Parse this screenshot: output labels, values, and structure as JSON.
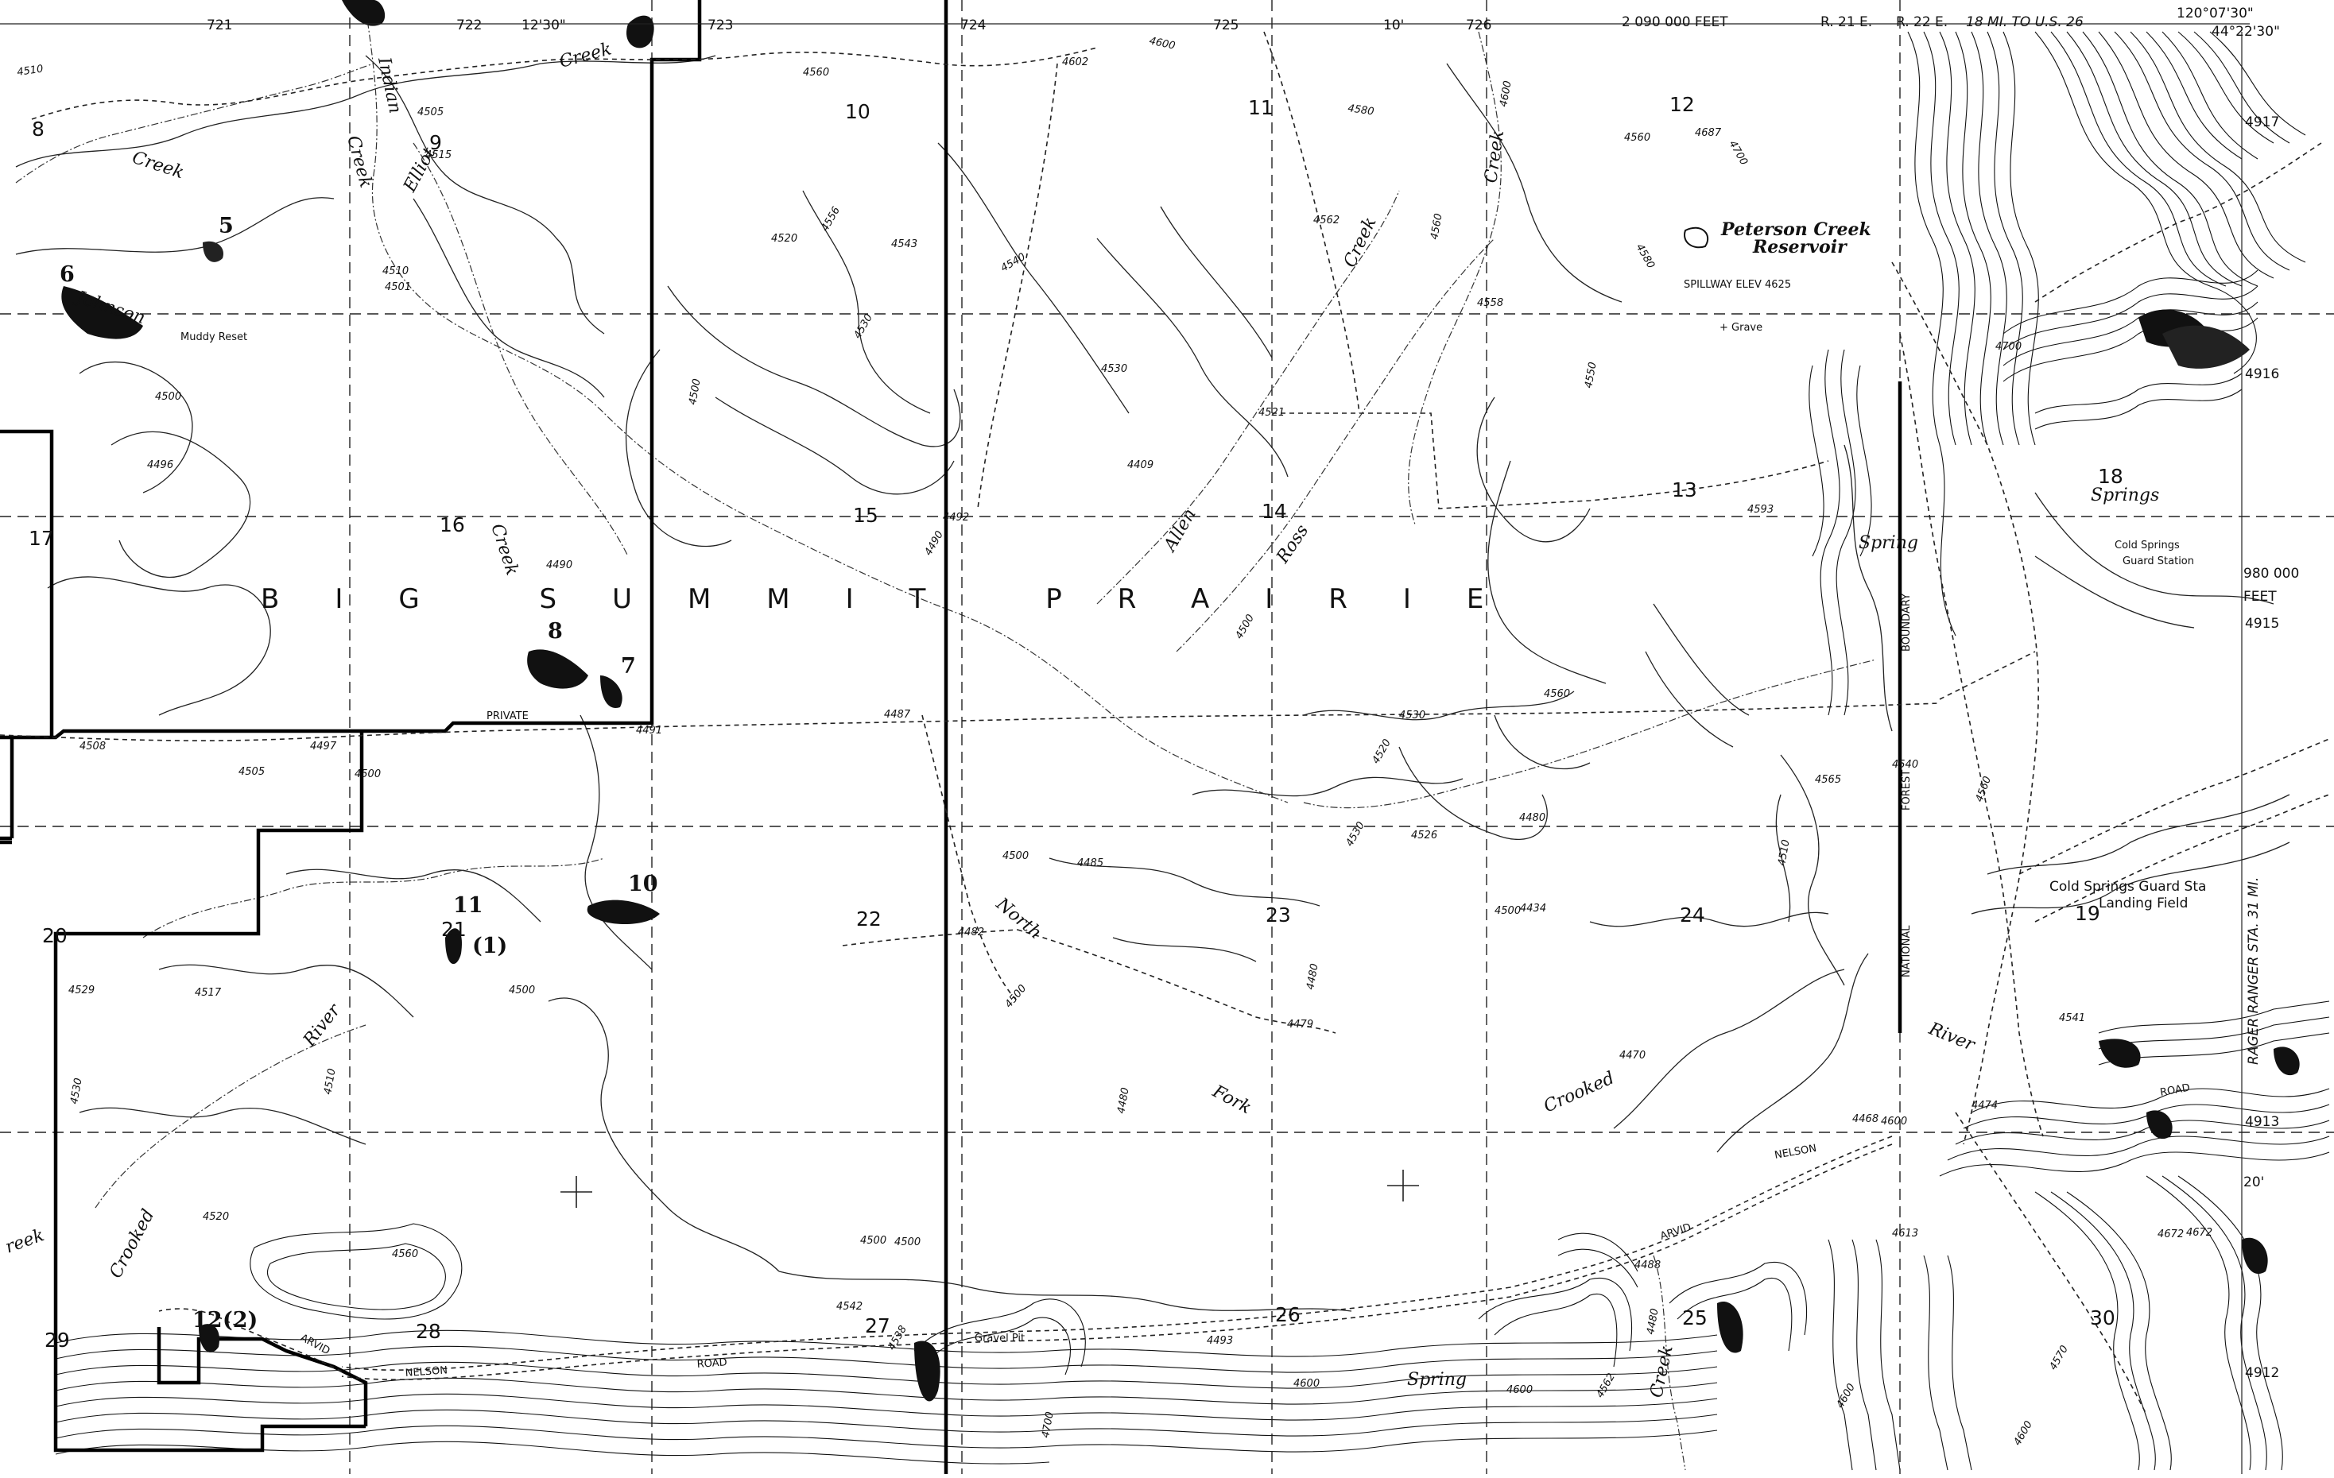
{
  "map": {
    "title_text": "BIG SUMMIT PRAIRIE",
    "top_margin": {
      "lon_minutes_left": "12'30\"",
      "lon_minutes_right": "10'",
      "corner_lon": "120°07'30\"",
      "corner_lat": "44°22'30\"",
      "grid_feet_top": "2 090 000 FEET",
      "range_left": "R. 21 E.",
      "range_right": "R. 22 E.",
      "highway_note": "18 MI. TO U.S. 26",
      "utm_ticks": [
        "721",
        "722",
        "723",
        "724",
        "725",
        "726"
      ]
    },
    "right_margin": {
      "utm_ticks": [
        "4917",
        "4916",
        "4915",
        "4913",
        "4912"
      ],
      "grid_feet_label": "980 000",
      "grid_feet_unit": "FEET",
      "lat_minutes": "20'",
      "ranger_note": "RAGER RANGER STA. 31 MI."
    },
    "sections": [
      "8",
      "9",
      "10",
      "11",
      "12",
      "16",
      "15",
      "14",
      "13",
      "18",
      "21",
      "22",
      "23",
      "24",
      "19",
      "20",
      "29",
      "28",
      "27",
      "26",
      "25",
      "30",
      "17"
    ],
    "stream_labels": {
      "indian": "Indian",
      "creek_a": "Creek",
      "creek_b": "Creek",
      "elliot": "Elliot",
      "creek_c": "Creek",
      "johnson": "Johnson",
      "creek_d": "Creek",
      "creek_e": "Creek",
      "allen": "Allen",
      "ross": "Ross",
      "creek_f": "Creek",
      "north": "North",
      "fork": "Fork",
      "crooked_a": "Crooked",
      "river_a": "River",
      "river_b": "River",
      "crooked_b": "Crooked",
      "creek_g": "Creek",
      "creek_h": "reek"
    },
    "place_labels": {
      "reservoir_1": "Peterson Creek",
      "reservoir_2": "Reservoir",
      "spillway": "SPILLWAY ELEV 4625",
      "grave": "+ Grave",
      "muddy": "Muddy Reset",
      "private": "PRIVATE",
      "springs": "Springs",
      "guard_1": "Cold Springs",
      "guard_2": "Guard Station",
      "landing_1": "Cold Springs Guard Sta",
      "landing_2": "Landing Field",
      "gravel": "Gravel Pit",
      "spring_bottom": "Spring",
      "forest_boundary_1": "NATIONAL",
      "forest_boundary_2": "FOREST",
      "forest_boundary_3": "BOUNDARY",
      "road_nelson_right": "NELSON",
      "road_arvid_right": "ARVID",
      "road_road_right": "ROAD",
      "road_arvid_left": "ARVID",
      "road_nelson_left": "NELSON",
      "road_road_left": "ROAD",
      "spring_mid": "Spring"
    },
    "elevations": [
      "4510",
      "4505",
      "4515",
      "4560",
      "4602",
      "4600",
      "4580",
      "4562",
      "4560",
      "4600",
      "4687",
      "4700",
      "4560",
      "4580",
      "4500",
      "4520",
      "4543",
      "4556",
      "4510",
      "4501",
      "4530",
      "4540",
      "4530",
      "4521",
      "4409",
      "4558",
      "4550",
      "4593",
      "4500",
      "4496",
      "4490",
      "4492",
      "4490",
      "4487",
      "4491",
      "4497",
      "4508",
      "4505",
      "4500",
      "4500",
      "4530",
      "4560",
      "4520",
      "4530",
      "4500",
      "4485",
      "4500",
      "4480",
      "4500",
      "4434",
      "4526",
      "4565",
      "4540",
      "4560",
      "4510",
      "4529",
      "4517",
      "4500",
      "4510",
      "4530",
      "4482",
      "4480",
      "4479",
      "4480",
      "4470",
      "4468",
      "4474",
      "4600",
      "4541",
      "4520",
      "4560",
      "4500",
      "4500",
      "4493",
      "4488",
      "4480",
      "4613",
      "4672",
      "4542",
      "4538",
      "4600",
      "4600",
      "4700",
      "4600",
      "4562",
      "4570",
      "4672",
      "4700",
      "4600"
    ],
    "handwritten": [
      "8",
      "7",
      "5",
      "6",
      "10",
      "11",
      "(1)",
      "12",
      "(2)"
    ]
  }
}
